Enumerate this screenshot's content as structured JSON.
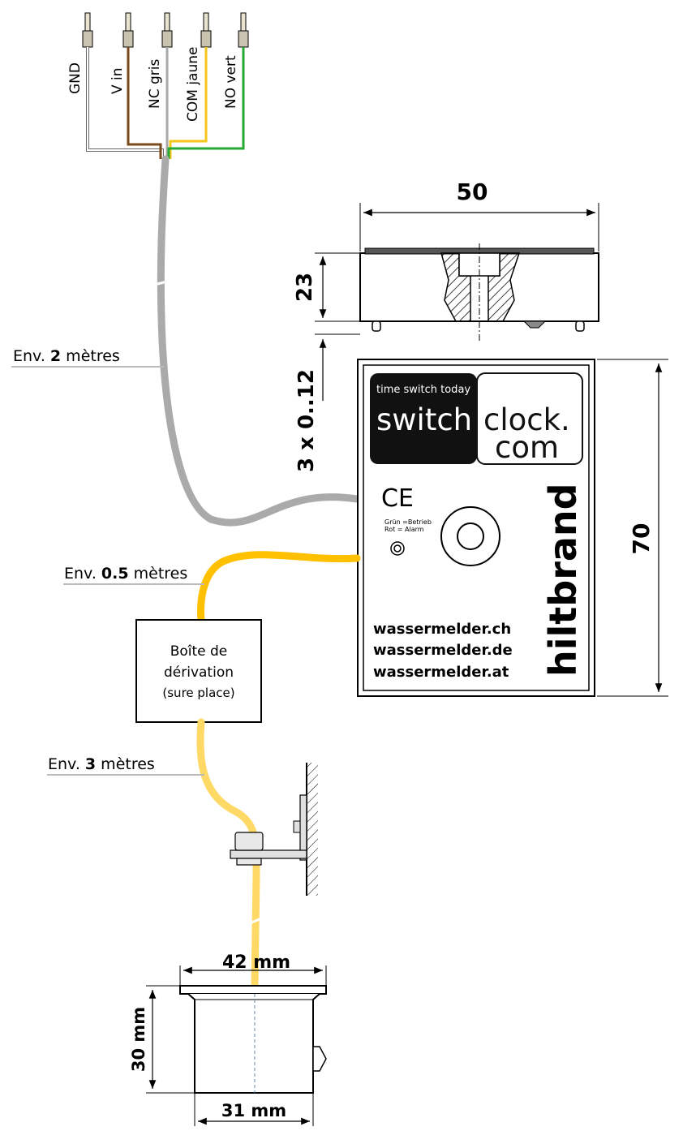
{
  "wires": {
    "gnd": "GND",
    "vin": "V in",
    "nc": "NC  gris",
    "com": "COM jaune",
    "no": "NO vert"
  },
  "cables": {
    "cable1_prefix": "Env. ",
    "cable1_value": "2",
    "cable1_suffix": " mètres",
    "cable2_prefix": "Env. ",
    "cable2_value": "0.5",
    "cable2_suffix": " mètres",
    "cable3_prefix": "Env. ",
    "cable3_value": "3",
    "cable3_suffix": " mètres"
  },
  "dimensions": {
    "width": "50",
    "height": "23",
    "length": "70",
    "cable_section": "3 x  0..12",
    "probe_top": "42   mm",
    "probe_bottom": "31 mm",
    "probe_height": "30 mm"
  },
  "junction_box": {
    "line1": "Boîte de",
    "line2": "dérivation",
    "line3": "(sure place)"
  },
  "device": {
    "logo_tagline": "time switch today",
    "logo_left": "switch",
    "logo_right1": "clock.",
    "logo_right2": "com",
    "ce_mark": "CE",
    "status_green": "Grün =Betrieb",
    "status_red": "Rot = Alarm",
    "brand": "hiltbrand",
    "url1": "wassermelder.ch",
    "url2": "wassermelder.de",
    "url3": "wassermelder.at"
  },
  "colors": {
    "gnd_wire": "#ffffff",
    "vin_wire": "#7a4a1a",
    "nc_wire": "#aaaaaa",
    "com_wire": "#f5c518",
    "no_wire": "#22aa33",
    "main_cable": "#aaaaaa",
    "yellow_cable": "#ffc000",
    "light_yellow_cable": "#ffd966"
  }
}
